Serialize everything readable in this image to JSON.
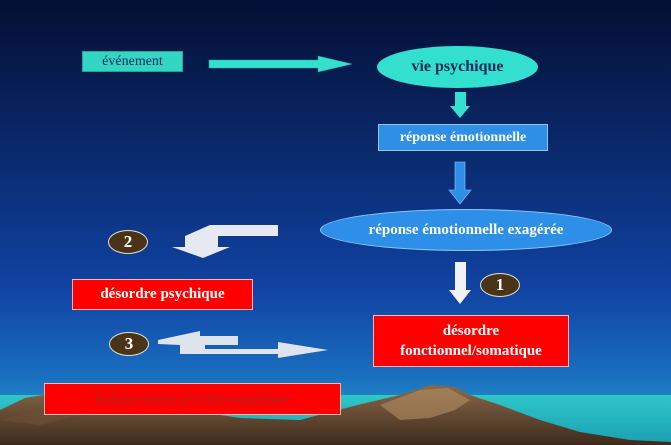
{
  "diagram": {
    "event_label": "événement",
    "psychic_life": "vie psychique",
    "emotional_response": "réponse émotionnelle",
    "exaggerated_response": "réponse émotionnelle exagérée",
    "psychic_disorder": "désordre psychique",
    "functional_disorder_line1": "désordre",
    "functional_disorder_line2": "fonctionnel/somatique",
    "psychosomatic_balance": "balancement psychosomatique",
    "badge_1": "1",
    "badge_2": "2",
    "badge_3": "3"
  },
  "colors": {
    "cyan": "#33e0d0",
    "blue": "#2e8fe8",
    "red": "#ff0000",
    "badge": "#4a3418"
  }
}
